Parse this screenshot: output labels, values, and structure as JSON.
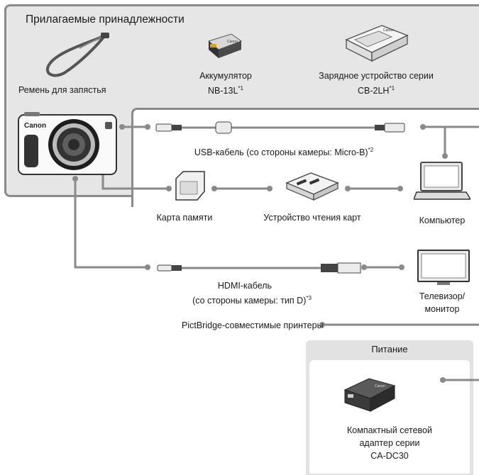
{
  "accessories_title": "Прилагаемые принадлежности",
  "wrist_strap_label": "Ремень для запястья",
  "battery_label": "Аккумулятор",
  "battery_model": "NB-13L",
  "charger_label": "Зарядное устройство серии",
  "charger_model": "CB-2LH",
  "footnote_1": "*1",
  "usb_cable_label": "USB-кабель (со стороны камеры: Micro-B)",
  "footnote_2": "*2",
  "memory_card_label": "Карта памяти",
  "card_reader_label": "Устройство чтения карт",
  "computer_label": "Компьютер",
  "hdmi_cable_label": "HDMI-кабель",
  "hdmi_cable_sub": "(со стороны камеры: тип D)",
  "footnote_3": "*3",
  "tv_label_line1": "Телевизор/",
  "tv_label_line2": "монитор",
  "printer_label": "PictBridge-совместимые принтеры",
  "power_heading": "Питание",
  "adapter_line1": "Компактный сетевой",
  "adapter_line2": "адаптер серии",
  "adapter_line3": "CA-DC30",
  "camera_brand": "Canon",
  "charger_brand": "Canon",
  "battery_brand": "Canon",
  "adapter_brand": "Canon"
}
